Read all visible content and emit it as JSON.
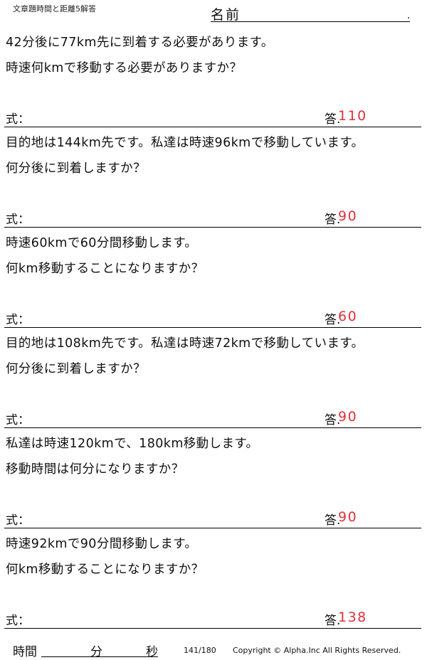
{
  "header": {
    "title": "文章題時間と距離5解答",
    "name_label": "名前",
    "name_end": "."
  },
  "problems": [
    {
      "line1": "42分後に77km先に到着する必要があります。",
      "line2": "時速何kmで移動する必要がありますか？",
      "formula_label": "式：",
      "answer_label": "答.",
      "answer": "110"
    },
    {
      "line1": "目的地は144km先です。私達は時速96kmで移動しています。",
      "line2": "何分後に到着しますか？",
      "formula_label": "式：",
      "answer_label": "答.",
      "answer": "90"
    },
    {
      "line1": "時速60kmで60分間移動します。",
      "line2": "何km移動することになりますか？",
      "formula_label": "式：",
      "answer_label": "答.",
      "answer": "60"
    },
    {
      "line1": "目的地は108km先です。私達は時速72kmで移動しています。",
      "line2": "何分後に到着しますか？",
      "formula_label": "式：",
      "answer_label": "答.",
      "answer": "90"
    },
    {
      "line1": "私達は時速120kmで、180km移動します。",
      "line2": "移動時間は何分になりますか？",
      "formula_label": "式：",
      "answer_label": "答.",
      "answer": "90"
    },
    {
      "line1": "時速92kmで90分間移動します。",
      "line2": "何km移動することになりますか？",
      "formula_label": "式：",
      "answer_label": "答.",
      "answer": "138"
    }
  ],
  "footer": {
    "time_label": "時間",
    "minutes_label": "分",
    "seconds_label": "秒",
    "page": "141/180",
    "copyright": "Copyright ©  Alpha.Inc All Rights Reserved."
  },
  "colors": {
    "answer": "#e0303a",
    "text": "#111111"
  }
}
